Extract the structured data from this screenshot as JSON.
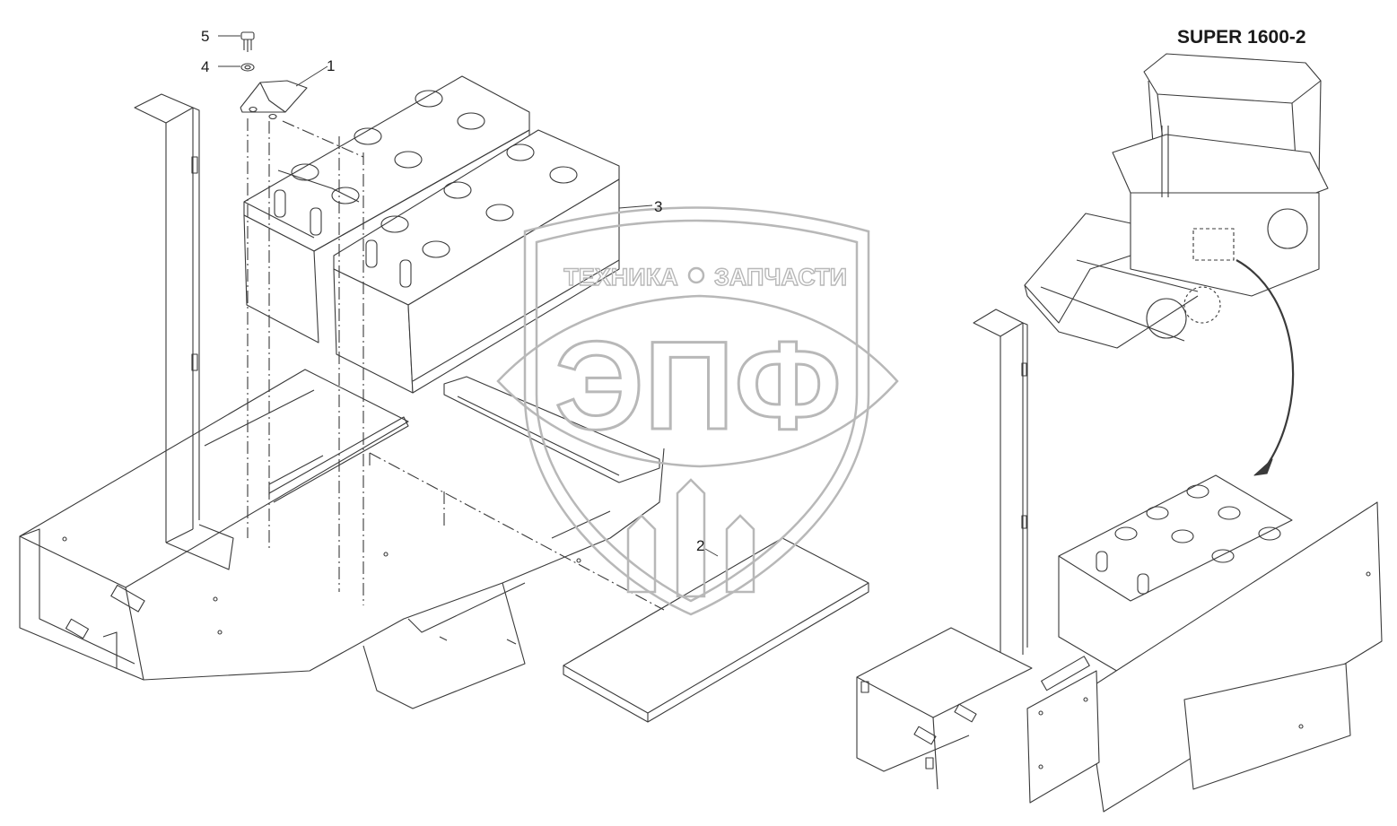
{
  "diagram": {
    "model_label": "SUPER 1600-2",
    "callouts": [
      {
        "id": "1",
        "text": "1"
      },
      {
        "id": "2",
        "text": "2"
      },
      {
        "id": "3",
        "text": "3"
      },
      {
        "id": "4",
        "text": "4"
      },
      {
        "id": "5",
        "text": "5"
      }
    ]
  },
  "watermark": {
    "top_left": "ТЕХНИКА",
    "top_right": "ЗАПЧАСТИ",
    "main": "ЭПФ",
    "color": "#b8b8b8"
  },
  "colors": {
    "line": "#3a3a3a",
    "text": "#1a1a1a"
  }
}
